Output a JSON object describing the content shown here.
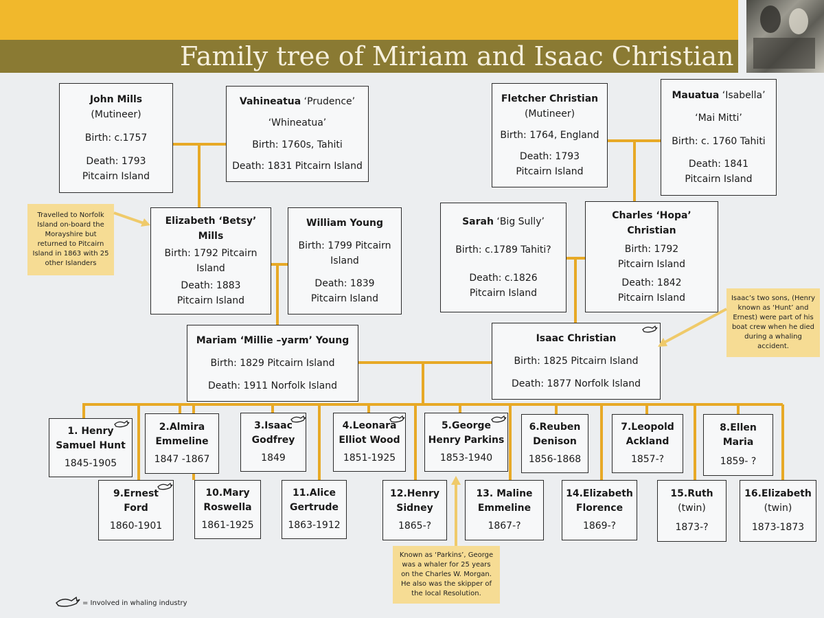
{
  "title": "Family tree of Miriam and Isaac Christian",
  "colors": {
    "accent_yellow": "#f1b82c",
    "band_brown": "#8a7a33",
    "connector": "#e7a926",
    "note_bg": "#f6dc94"
  },
  "people": {
    "john_mills": {
      "name": "John Mills",
      "role": "(Mutineer)",
      "birth": "Birth: c.1757",
      "death": "Death: 1793 Pitcairn Island"
    },
    "vahineatua": {
      "name_bold": "Vahineatua",
      "nickname": " ‘Prudence’",
      "alias": "‘Whineatua’",
      "birth": "Birth: 1760s, Tahiti",
      "death": "Death: 1831 Pitcairn Island"
    },
    "fletcher": {
      "name": "Fletcher Christian",
      "role": "(Mutineer)",
      "birth": "Birth: 1764, England",
      "death": "Death: 1793 Pitcairn Island"
    },
    "mauatua": {
      "name_bold": "Mauatua",
      "nickname": " ‘Isabella’",
      "alias": "‘Mai Mitti’",
      "birth": "Birth: c. 1760 Tahiti",
      "death": "Death: 1841 Pitcairn Island"
    },
    "elizabeth": {
      "name": "Elizabeth ‘Betsy’ Mills",
      "birth": "Birth: 1792 Pitcairn Island",
      "death": "Death: 1883 Pitcairn Island"
    },
    "william": {
      "name": "William Young",
      "birth": "Birth: 1799 Pitcairn Island",
      "death": "Death: 1839 Pitcairn Island"
    },
    "sarah": {
      "name_bold": "Sarah",
      "nickname": " ‘Big Sully’",
      "birth": "Birth: c.1789 Tahiti?",
      "death": "Death: c.1826 Pitcairn Island"
    },
    "charles": {
      "name": "Charles ‘Hopa’ Christian",
      "birth": "Birth: 1792 Pitcairn Island",
      "death": "Death: 1842 Pitcairn Island"
    },
    "mariam": {
      "name": "Mariam ‘Millie –yarm’ Young",
      "birth": "Birth: 1829 Pitcairn Island",
      "death": "Death: 1911 Norfolk Island"
    },
    "isaac": {
      "name": "Isaac Christian",
      "birth": "Birth: 1825 Pitcairn Island",
      "death": "Death: 1877 Norfolk Island"
    }
  },
  "children": [
    {
      "n": "1. Henry",
      "n2": "Samuel Hunt",
      "years": "1845-1905"
    },
    {
      "n": "2.Almira",
      "n2": "Emmeline",
      "years": "1847 -1867"
    },
    {
      "n": "3.Isaac",
      "n2": "Godfrey",
      "years": "1849"
    },
    {
      "n": "4.Leonara",
      "n2": "Elliot Wood",
      "years": "1851-1925"
    },
    {
      "n": "5.George",
      "n2": "Henry Parkins",
      "years": "1853-1940"
    },
    {
      "n": "6.Reuben",
      "n2": "Denison",
      "years": "1856-1868"
    },
    {
      "n": "7.Leopold",
      "n2": "Ackland",
      "years": "1857-?"
    },
    {
      "n": "8.Ellen",
      "n2": "Maria",
      "years": "1859- ?"
    },
    {
      "n": "9.Ernest",
      "n2": "Ford",
      "years": "1860-1901"
    },
    {
      "n": "10.Mary",
      "n2": "Roswella",
      "years": "1861-1925"
    },
    {
      "n": "11.Alice",
      "n2": "Gertrude",
      "years": "1863-1912"
    },
    {
      "n": "12.Henry",
      "n2": "Sidney",
      "years": "1865-?"
    },
    {
      "n": "13. Maline",
      "n2": "Emmeline",
      "years": "1867-?"
    },
    {
      "n": "14.Elizabeth",
      "n2": "Florence",
      "years": "1869-?"
    },
    {
      "n": "15.Ruth",
      "n2": "(twin)",
      "years": "1873-?"
    },
    {
      "n": "16.Elizabeth",
      "n2": "(twin)",
      "years": "1873-1873"
    }
  ],
  "notes": {
    "betsy": "Travelled to Norfolk Island on-board the Morayshire but returned to Pitcairn Island in 1863 with 25 other Islanders",
    "isaac": "Isaac’s two sons, (Henry known as ‘Hunt’ and Ernest) were part of his boat crew when he died during a whaling accident.",
    "george": "Known as ‘Parkins’, George was a whaler for 25 years on the Charles W. Morgan. He also was the skipper of the local Resolution."
  },
  "legend": "= Involved in whaling industry"
}
